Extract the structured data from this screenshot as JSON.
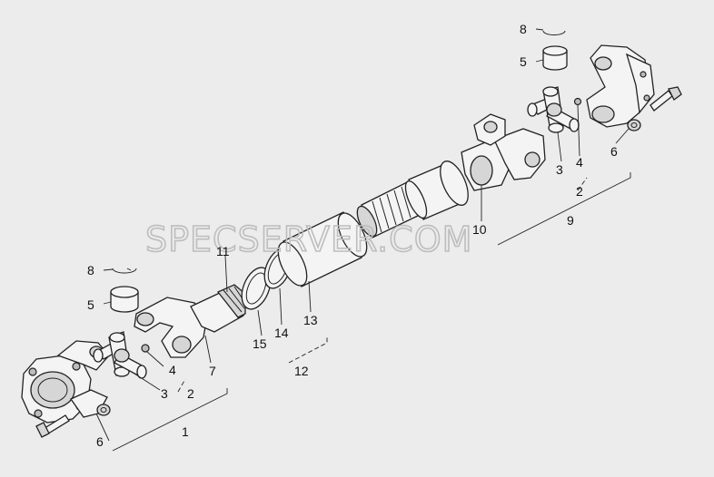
{
  "watermark": "SPECSERVER.COM",
  "callouts": {
    "n1": "1",
    "n2_left": "2",
    "n3_left": "3",
    "n4_left": "4",
    "n5_left": "5",
    "n6_left": "6",
    "n7": "7",
    "n8_left": "8",
    "n9": "9",
    "n10": "10",
    "n11": "11",
    "n12": "12",
    "n13": "13",
    "n14": "14",
    "n15": "15",
    "n2_right": "2",
    "n3_right": "3",
    "n4_right": "4",
    "n5_right": "5",
    "n6_right": "6",
    "n8_right": "8"
  }
}
